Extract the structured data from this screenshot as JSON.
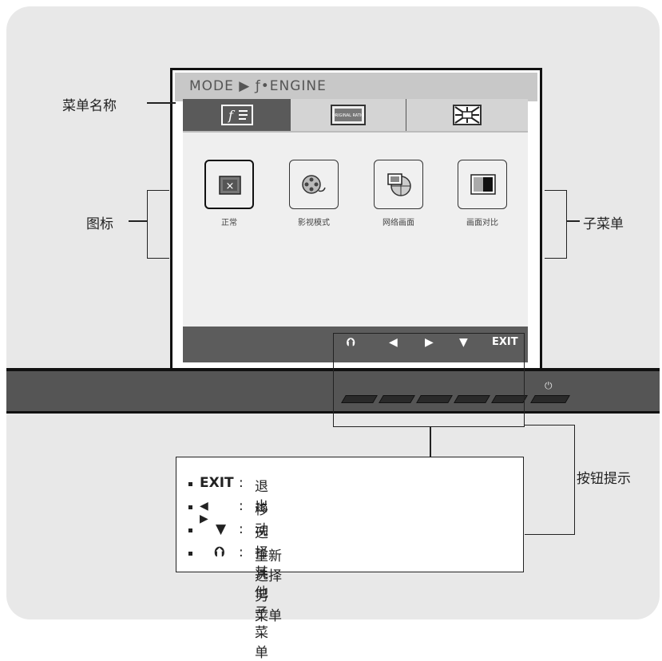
{
  "screen": {
    "menu_title": "MODE ▶ ƒ•ENGINE",
    "tabs": [
      {
        "icon": "f-engine-icon"
      },
      {
        "icon": "original-ratio-icon",
        "label": "ORIGINAL RATIO"
      },
      {
        "icon": "photo-effect-icon"
      }
    ],
    "submenus": [
      {
        "label": "正常",
        "icon": "normal-icon"
      },
      {
        "label": "影视模式",
        "icon": "movie-icon"
      },
      {
        "label": "网络画面",
        "icon": "internet-icon"
      },
      {
        "label": "画面对比",
        "icon": "demo-icon"
      }
    ],
    "hints": [
      "⮉",
      "◀",
      "▶",
      "▼",
      "EXIT"
    ]
  },
  "callouts": {
    "menu_name": "菜单名称",
    "icon": "图标",
    "submenu": "子菜单",
    "button_hint": "按钮提示"
  },
  "legend": {
    "rows": [
      {
        "symbol": "EXIT",
        "colon": ":",
        "text": "退出"
      },
      {
        "symbol": "◀ ▶",
        "colon": ":",
        "text": "移动"
      },
      {
        "symbol": "▼",
        "colon": ":",
        "text": "选择其他子菜单"
      },
      {
        "symbol": "⮉",
        "colon": ":",
        "text": "重新选择另　菜单"
      }
    ]
  },
  "bezel": {
    "power_symbol": "⏻"
  },
  "colors": {
    "tab_selected": "#5a5a5a",
    "footer": "#5c5c5c",
    "bezel": "#555555"
  }
}
